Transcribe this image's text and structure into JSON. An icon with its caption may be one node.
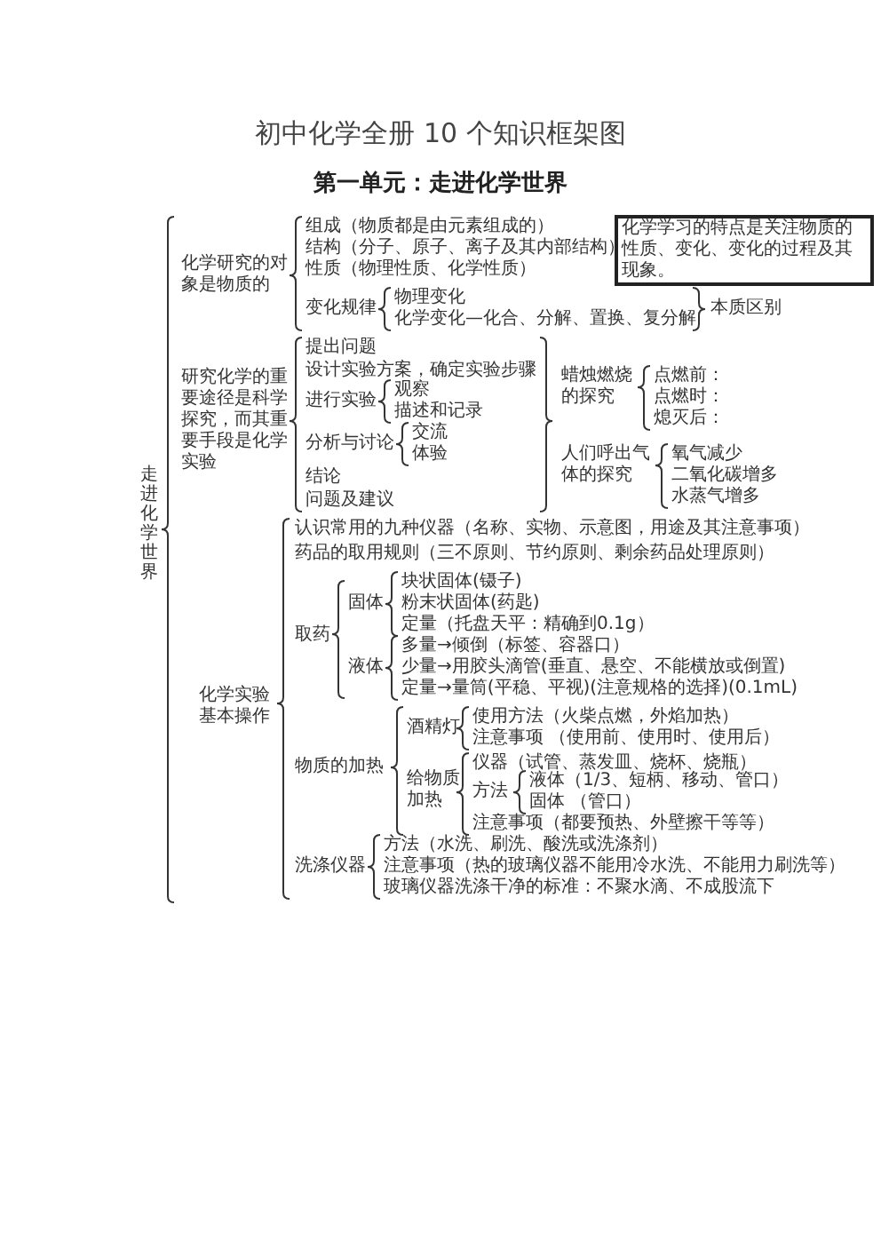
{
  "diagram": {
    "title": "初中化学全册 10 个知识框架图",
    "nodes": [
      {
        "text": [
          "化学学习的特点是关注物质的性质、变化、变化的过程及其现象。"
        ]
      }
    ],
    "labels": [
      "第一单元：走进化学世界",
      "走进化学世界",
      "化学研究的对象是物质的",
      "组成（物质都是由元素组成的）",
      "结构（分子、原子、离子及其内部结构）",
      "性质（物理性质、化学性质）",
      "变化规律",
      "物理变化",
      "化学变化—化合、分解、置换、复分解",
      "本质区别",
      "研究化学的重要途径是科学探究，而其重要手段是化学实验",
      "提出问题",
      "设计实验方案，确定实验步骤",
      "进行实验",
      "观察",
      "描述和记录",
      "分析与讨论",
      "交流",
      "体验",
      "结论",
      "问题及建议",
      "蜡烛燃烧的探究",
      "点燃前：",
      "点燃时：",
      "熄灭后：",
      "人们呼出气体的探究",
      "氧气减少",
      "二氧化碳增多",
      "水蒸气增多",
      "化学实验基本操作",
      "认识常用的九种仪器（名称、实物、示意图，用途及其注意事项）",
      "药品的取用规则（三不原则、节约原则、剩余药品处理原则）",
      "取药",
      "固体",
      "块状固体(镊子)",
      "粉末状固体(药匙)",
      "定量（托盘天平：精确到0.1g）",
      "液体",
      "多量→倾倒（标签、容器口）",
      "少量→用胶头滴管(垂直、悬空、不能横放或倒置)",
      "定量→量筒(平稳、平视)(注意规格的选择)(0.1mL)",
      "物质的加热",
      "酒精灯",
      "使用方法（火柴点燃，外焰加热）",
      "注意事项 （使用前、使用时、使用后）",
      "给物质加热",
      "仪器（试管、蒸发皿、烧杯、烧瓶）",
      "方法",
      "液体（1/3、短柄、移动、管口）",
      "固体 （管口）",
      "注意事项（都要预热、外壁擦干等等）",
      "洗涤仪器",
      "方法（水洗、刷洗、酸洗或洗涤剂）",
      "注意事项（热的玻璃仪器不能用冷水洗、不能用力刷洗等）",
      "玻璃仪器洗涤干净的标准：不聚水滴、不成股流下"
    ]
  }
}
